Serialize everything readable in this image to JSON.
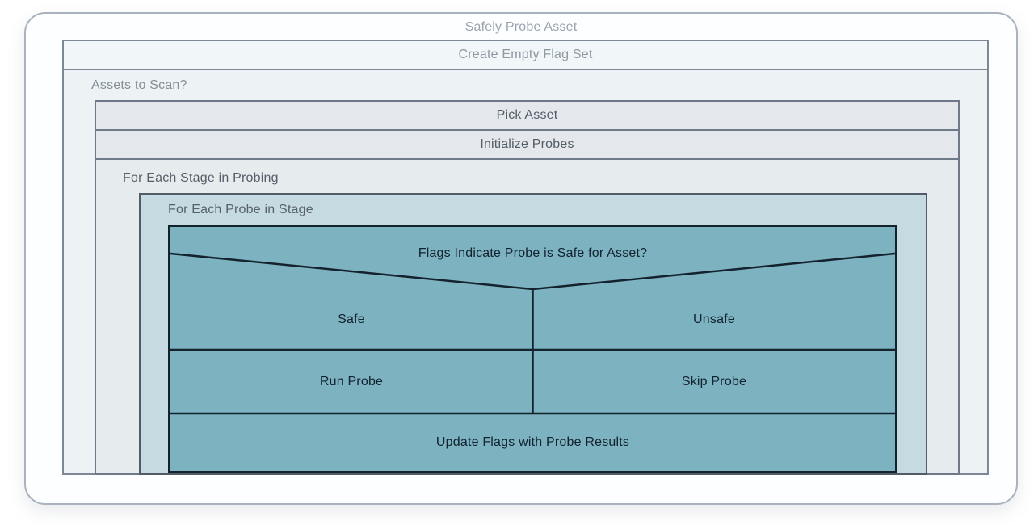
{
  "diagram": {
    "type": "nassi-shneiderman-structogram",
    "title": "Safely Probe Asset",
    "steps": {
      "create_flag_set": "Create Empty Flag Set",
      "assets_loop": "Assets to Scan?",
      "pick_asset": "Pick Asset",
      "initialize_probes": "Initialize Probes",
      "stage_loop": "For Each Stage in Probing",
      "probe_loop": "For Each Probe in Stage",
      "decision": {
        "condition": "Flags Indicate Probe is Safe for Asset?",
        "true_label": "Safe",
        "false_label": "Unsafe",
        "true_action": "Run Probe",
        "false_action": "Skip Probe"
      },
      "update_flags": "Update Flags with Probe Results"
    },
    "colors": {
      "outer_border": "#aab2be",
      "outer_fill": "#fcfeff",
      "light_step_fill": "#f1f6f9",
      "loop_fill": "#edf2f5",
      "row_fill": "#e4e8ec",
      "row_border": "#6f7987",
      "probe_loop_fill": "#c6dbe1",
      "decision_fill": "#7db2c0",
      "decision_border": "#14222e",
      "muted_text": "#9aa4ae",
      "dark_text": "#12222e"
    }
  }
}
